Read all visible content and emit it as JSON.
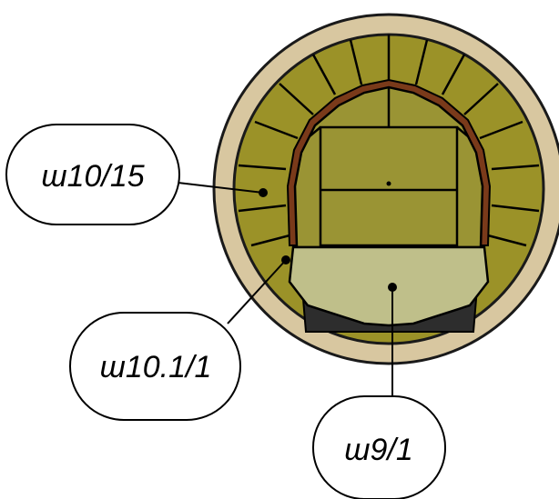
{
  "callouts": {
    "upper": {
      "label": "ш10/15"
    },
    "lower_left": {
      "label": "ш10.1/1"
    },
    "bottom": {
      "label": "ш9/1"
    }
  },
  "colors": {
    "background": "#ffffff",
    "outer_ring": "#d8c7a0",
    "outer_ring_edge": "#1a1a1a",
    "masonry_blocks": "#9b9228",
    "brick_layer": "#7a3a1a",
    "inner_walls": "#9a9434",
    "floor_slab": "#bfbf8a",
    "base_foundation": "#2d2d2d",
    "lines": "#000000"
  }
}
